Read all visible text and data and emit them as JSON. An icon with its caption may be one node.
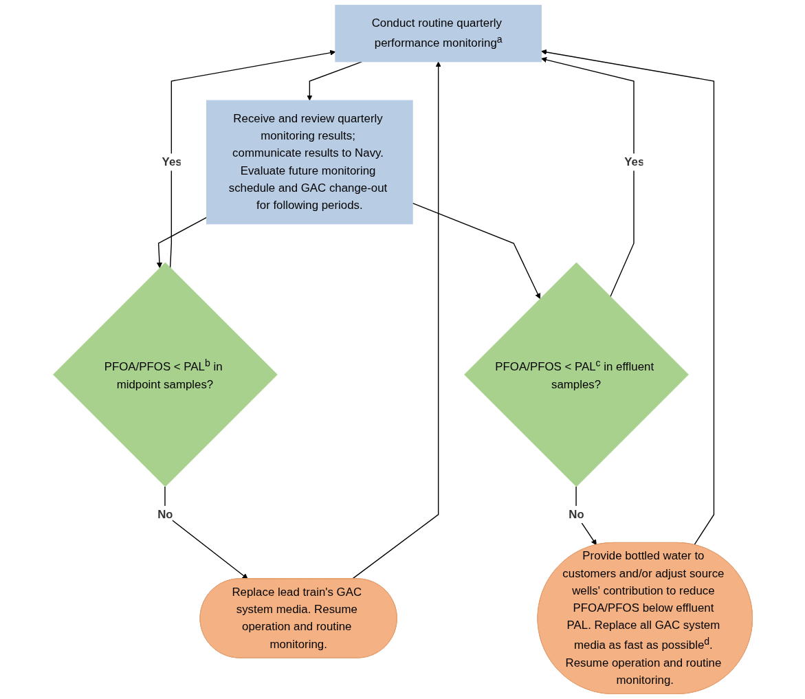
{
  "diagram": {
    "nodes": [
      {
        "text": [
          "Conduct routine quarterly performance monitoring$^{a}$"
        ]
      },
      {
        "text": [
          "Receive and review quarterly monitoring results; communicate results to Navy. Evaluate future monitoring schedule and GAC change-out for following periods."
        ]
      },
      {
        "text": [
          "PFOA/PFOS < PAL$^{b}$ in midpoint samples?"
        ]
      },
      {
        "text": [
          "PFOA/PFOS < PAL$^{c}$ in effluent samples?"
        ]
      },
      {
        "text": [
          "Replace lead train's GAC system media. Resume operation and routine monitoring."
        ]
      },
      {
        "text": [
          "Provide bottled water to customers and/or adjust source wells' contribution to reduce PFOA/PFOS below effluent PAL. Replace all GAC system media as fast as possible$^{d}$. Resume operation and routine monitoring."
        ]
      }
    ],
    "edges": [
      {
        "from": 0,
        "to": 1,
        "arrow": "to"
      },
      {
        "from": 1,
        "to": 2,
        "arrow": "to"
      },
      {
        "from": 1,
        "to": 3,
        "arrow": "to"
      },
      {
        "from": 2,
        "to": 0,
        "arrow": "to",
        "label": "Yes"
      },
      {
        "from": 3,
        "to": 0,
        "arrow": "to",
        "label": "Yes"
      },
      {
        "from": 2,
        "to": 4,
        "arrow": "to",
        "label": "No"
      },
      {
        "from": 3,
        "to": 5,
        "arrow": "to",
        "label": "No"
      },
      {
        "from": 4,
        "to": 0,
        "arrow": "to"
      },
      {
        "from": 5,
        "to": 0,
        "arrow": "to"
      }
    ]
  }
}
